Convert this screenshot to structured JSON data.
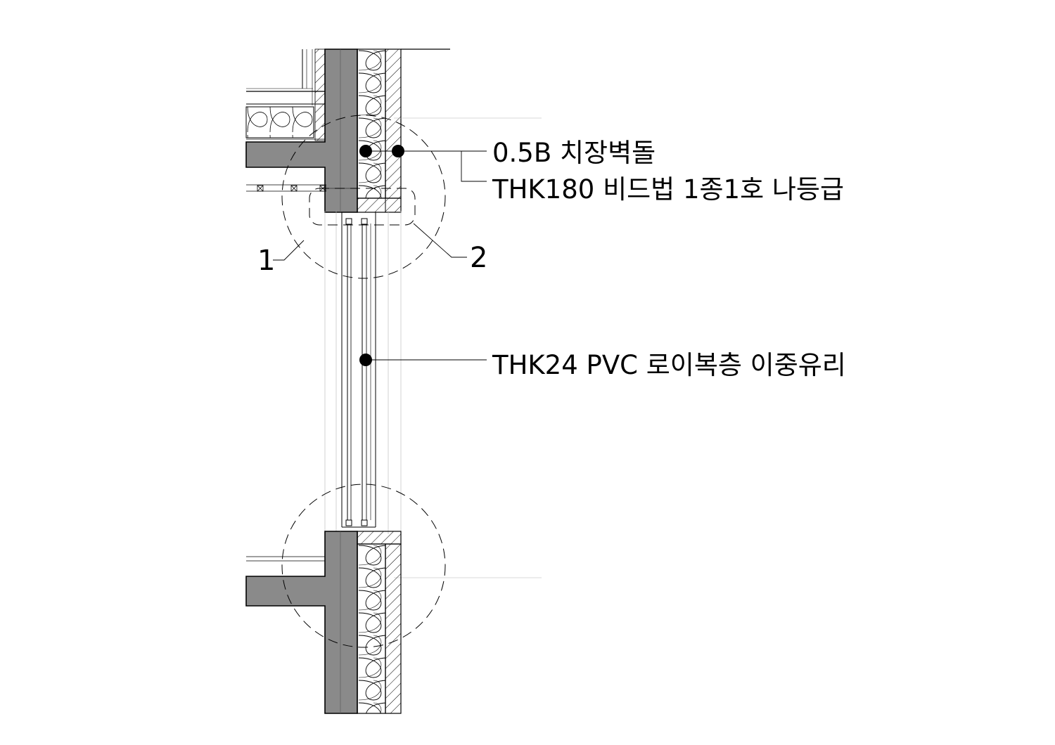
{
  "annotations": {
    "brick": "0.5B 치장벽돌",
    "insulation": "THK180 비드법 1종1호 나등급",
    "glazing": "THK24 PVC 로이복층 이중유리"
  },
  "callouts": {
    "detail_1": "1",
    "detail_2": "2"
  },
  "colors": {
    "concrete": "#8a8a8a",
    "line": "#000000",
    "thin_line": "#9a9a9a",
    "background": "#ffffff"
  }
}
